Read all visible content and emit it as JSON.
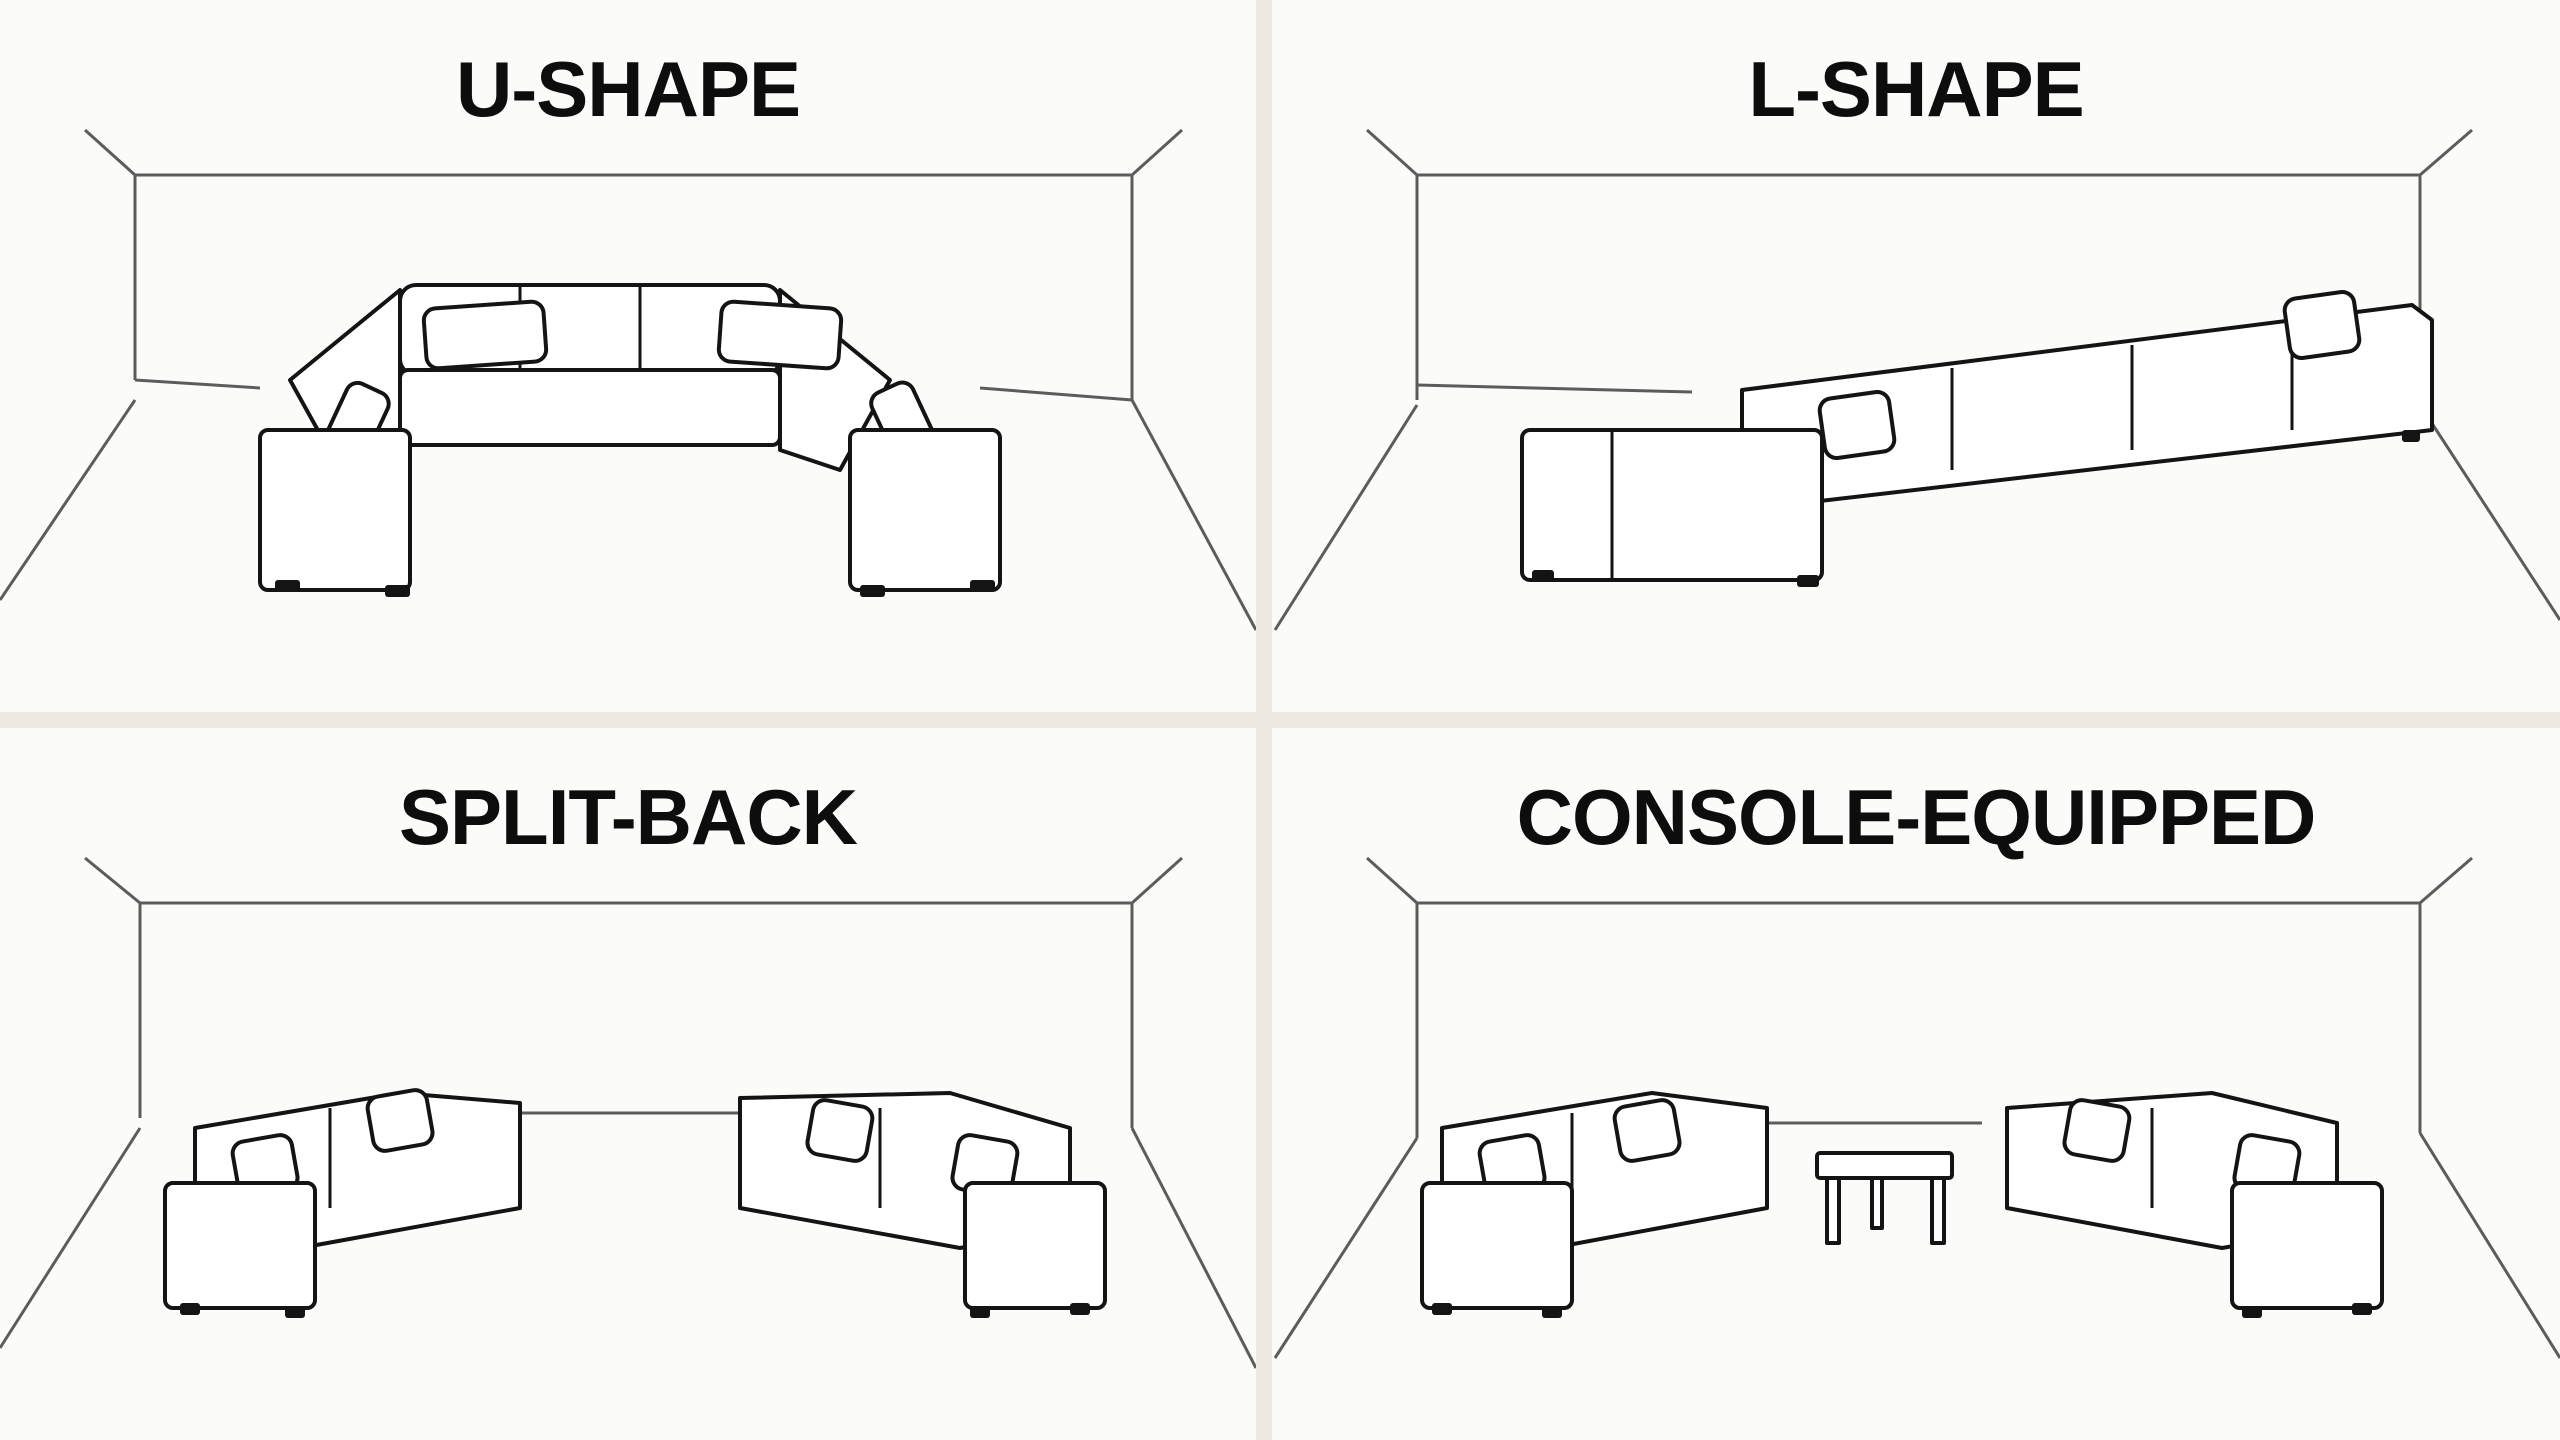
{
  "panels": [
    {
      "id": "u-shape",
      "title": "U-SHAPE",
      "icon": "u-shape-sectional-sofa-icon"
    },
    {
      "id": "l-shape",
      "title": "L-SHAPE",
      "icon": "l-shape-long-sofa-icon"
    },
    {
      "id": "split-back",
      "title": "SPLIT-BACK",
      "icon": "split-back-loveseats-icon"
    },
    {
      "id": "console-equipped",
      "title": "CONSOLE-EQUIPPED",
      "icon": "console-equipped-sofas-icon"
    }
  ],
  "colors": {
    "background": "#fbfbfa",
    "divider": "#ece8df",
    "line": "#141414",
    "wall": "#5c5c5c"
  }
}
